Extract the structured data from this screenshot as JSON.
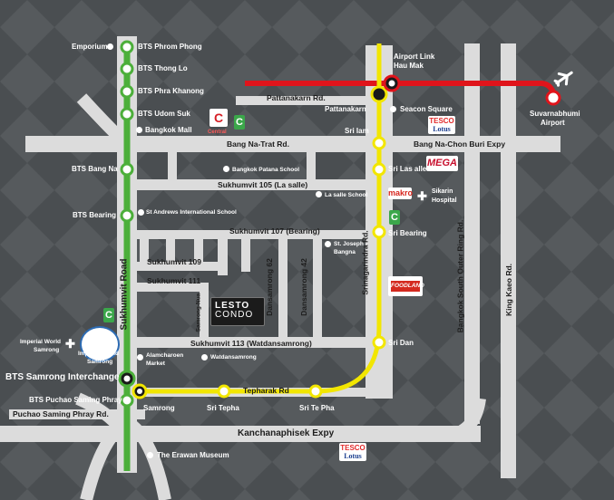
{
  "bts_stations": [
    "BTS Phrom Phong",
    "BTS Thong Lo",
    "BTS Phra Khanong",
    "BTS Udom Suk",
    "BTS Bang Na",
    "BTS Bearing",
    "BTS Samrong Interchange",
    "BTS Puchao Saming Phray"
  ],
  "airport_link": {
    "station": "Airport Link Hau Mak",
    "line1": "Airport Link",
    "line2": "Hau Mak",
    "destination_line1": "Suvarnabhumi",
    "destination_line2": "Airport"
  },
  "yellow_line_stations": [
    "Sri Iam",
    "Sri Las alle",
    "Sri Bearing",
    "Sri Dan",
    "Sri Tepha",
    "Sri Te Pha",
    "Samrong"
  ],
  "roads": {
    "sukhumvit": "Sukhumvit Road",
    "srinagarindra": "Srinagarindra Rd.",
    "outer_ring": "Bangkok South Outer Ring Rd.",
    "king_kaeo": "King Kaeo Rd.",
    "bang_na_trat": "Bang Na-Trat Rd.",
    "bang_na_chon_buri": "Bang Na-Chon Buri Expy",
    "pattanakarn_rd": "Pattanakarn Rd.",
    "pattanakarn": "Pattanakarn",
    "soi_105": "Sukhumvit 105 (La salle)",
    "soi_107": "Sukhumvit 107 (Bearing)",
    "soi_109": "Sukhumvit 109",
    "soi_111": "Sukhumvit 111",
    "soi_113": "Sukhumvit 113 (Watdansamrong)",
    "samrong_nua": "Samrong-Nua",
    "dansamrong_62": "Dansamrong 62",
    "dansamrong_42": "Dansamrong 42",
    "tepharak": "Tepharak Rd",
    "puchao": "Puchao Saming Phray Rd.",
    "kanchanaphisek": "Kanchanaphisek Expy"
  },
  "pois": {
    "emporium": "Emporium",
    "bangkok_mall": "Bangkok Mall",
    "seacon": "Seacon Square",
    "patana": "Bangkok Patana School",
    "lasalle_school": "La salle School",
    "st_andrews": "St Andrews International School",
    "st_joseph_1": "St. Joseph",
    "st_joseph_2": "Bangna",
    "sikarin_1": "Sikarin",
    "sikarin_2": "Hospital",
    "alamcharoen_1": "Alamcharoen",
    "alamcharoen_2": "Market",
    "watdan": "Watdansamrong",
    "imperial_left_1": "Imperial World",
    "imperial_left_2": "Samrong",
    "imperial_logo_1": "Imperial World",
    "imperial_logo_2": "Samrong",
    "erawan": "The Erawan Museum"
  },
  "logos": {
    "tesco_1": "TESCO",
    "tesco_2": "Lotus",
    "mega_1": "MEGA",
    "makro": "makro",
    "foodland": "FOODLAND",
    "central_letter": "C",
    "central_word": "Central",
    "green_c": "C",
    "condo_1": "LESTO",
    "condo_2": "CONDO"
  },
  "colors": {
    "background": "#4a4e51",
    "road": "#dcdcdc",
    "bts_green": "#4caf3a",
    "yellow_line": "#f2e600",
    "airport_red": "#e0141b"
  },
  "icons": [
    "airplane-icon",
    "hospital-cross-icon"
  ]
}
